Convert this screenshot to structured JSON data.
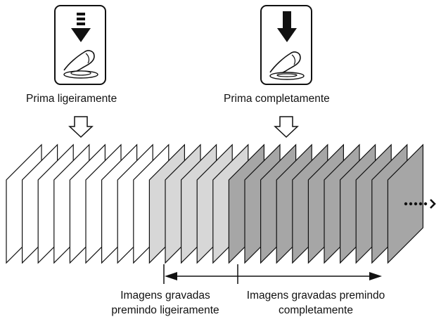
{
  "icons": {
    "half_press": {
      "name": "shutter-half-press-icon"
    },
    "full_press": {
      "name": "shutter-full-press-icon"
    }
  },
  "labels": {
    "half_press": "Prima ligeiramente",
    "full_press": "Prima completamente"
  },
  "captions": {
    "half_line1": "Imagens gravadas",
    "half_line2": "premindo ligeiramente",
    "full_line1": "Imagens gravadas premindo",
    "full_line2": "completamente"
  },
  "frames": {
    "count": 25,
    "white_count": 9,
    "light_count": 5,
    "dark_count": 11,
    "colors": {
      "white": "#ffffff",
      "light": "#d7d7d7",
      "dark": "#a6a6a6",
      "stroke": "#111111"
    }
  },
  "continuation": {
    "name": "continuation-dots-arrow"
  }
}
